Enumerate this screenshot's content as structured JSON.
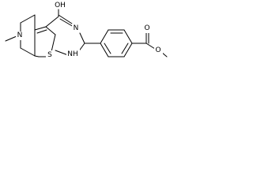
{
  "structure": {
    "atom_labels": {
      "hydroxyl": "OH",
      "amine_methyl": "N",
      "thiophene_sulfur": "S",
      "pyrimidine_n_imine": "N",
      "pyrimidine_nh": "NH",
      "ester_carbonyl_o": "O",
      "ester_ether_o": "O"
    }
  },
  "colors": {
    "bond": "#000000",
    "background": "#ffffff"
  }
}
